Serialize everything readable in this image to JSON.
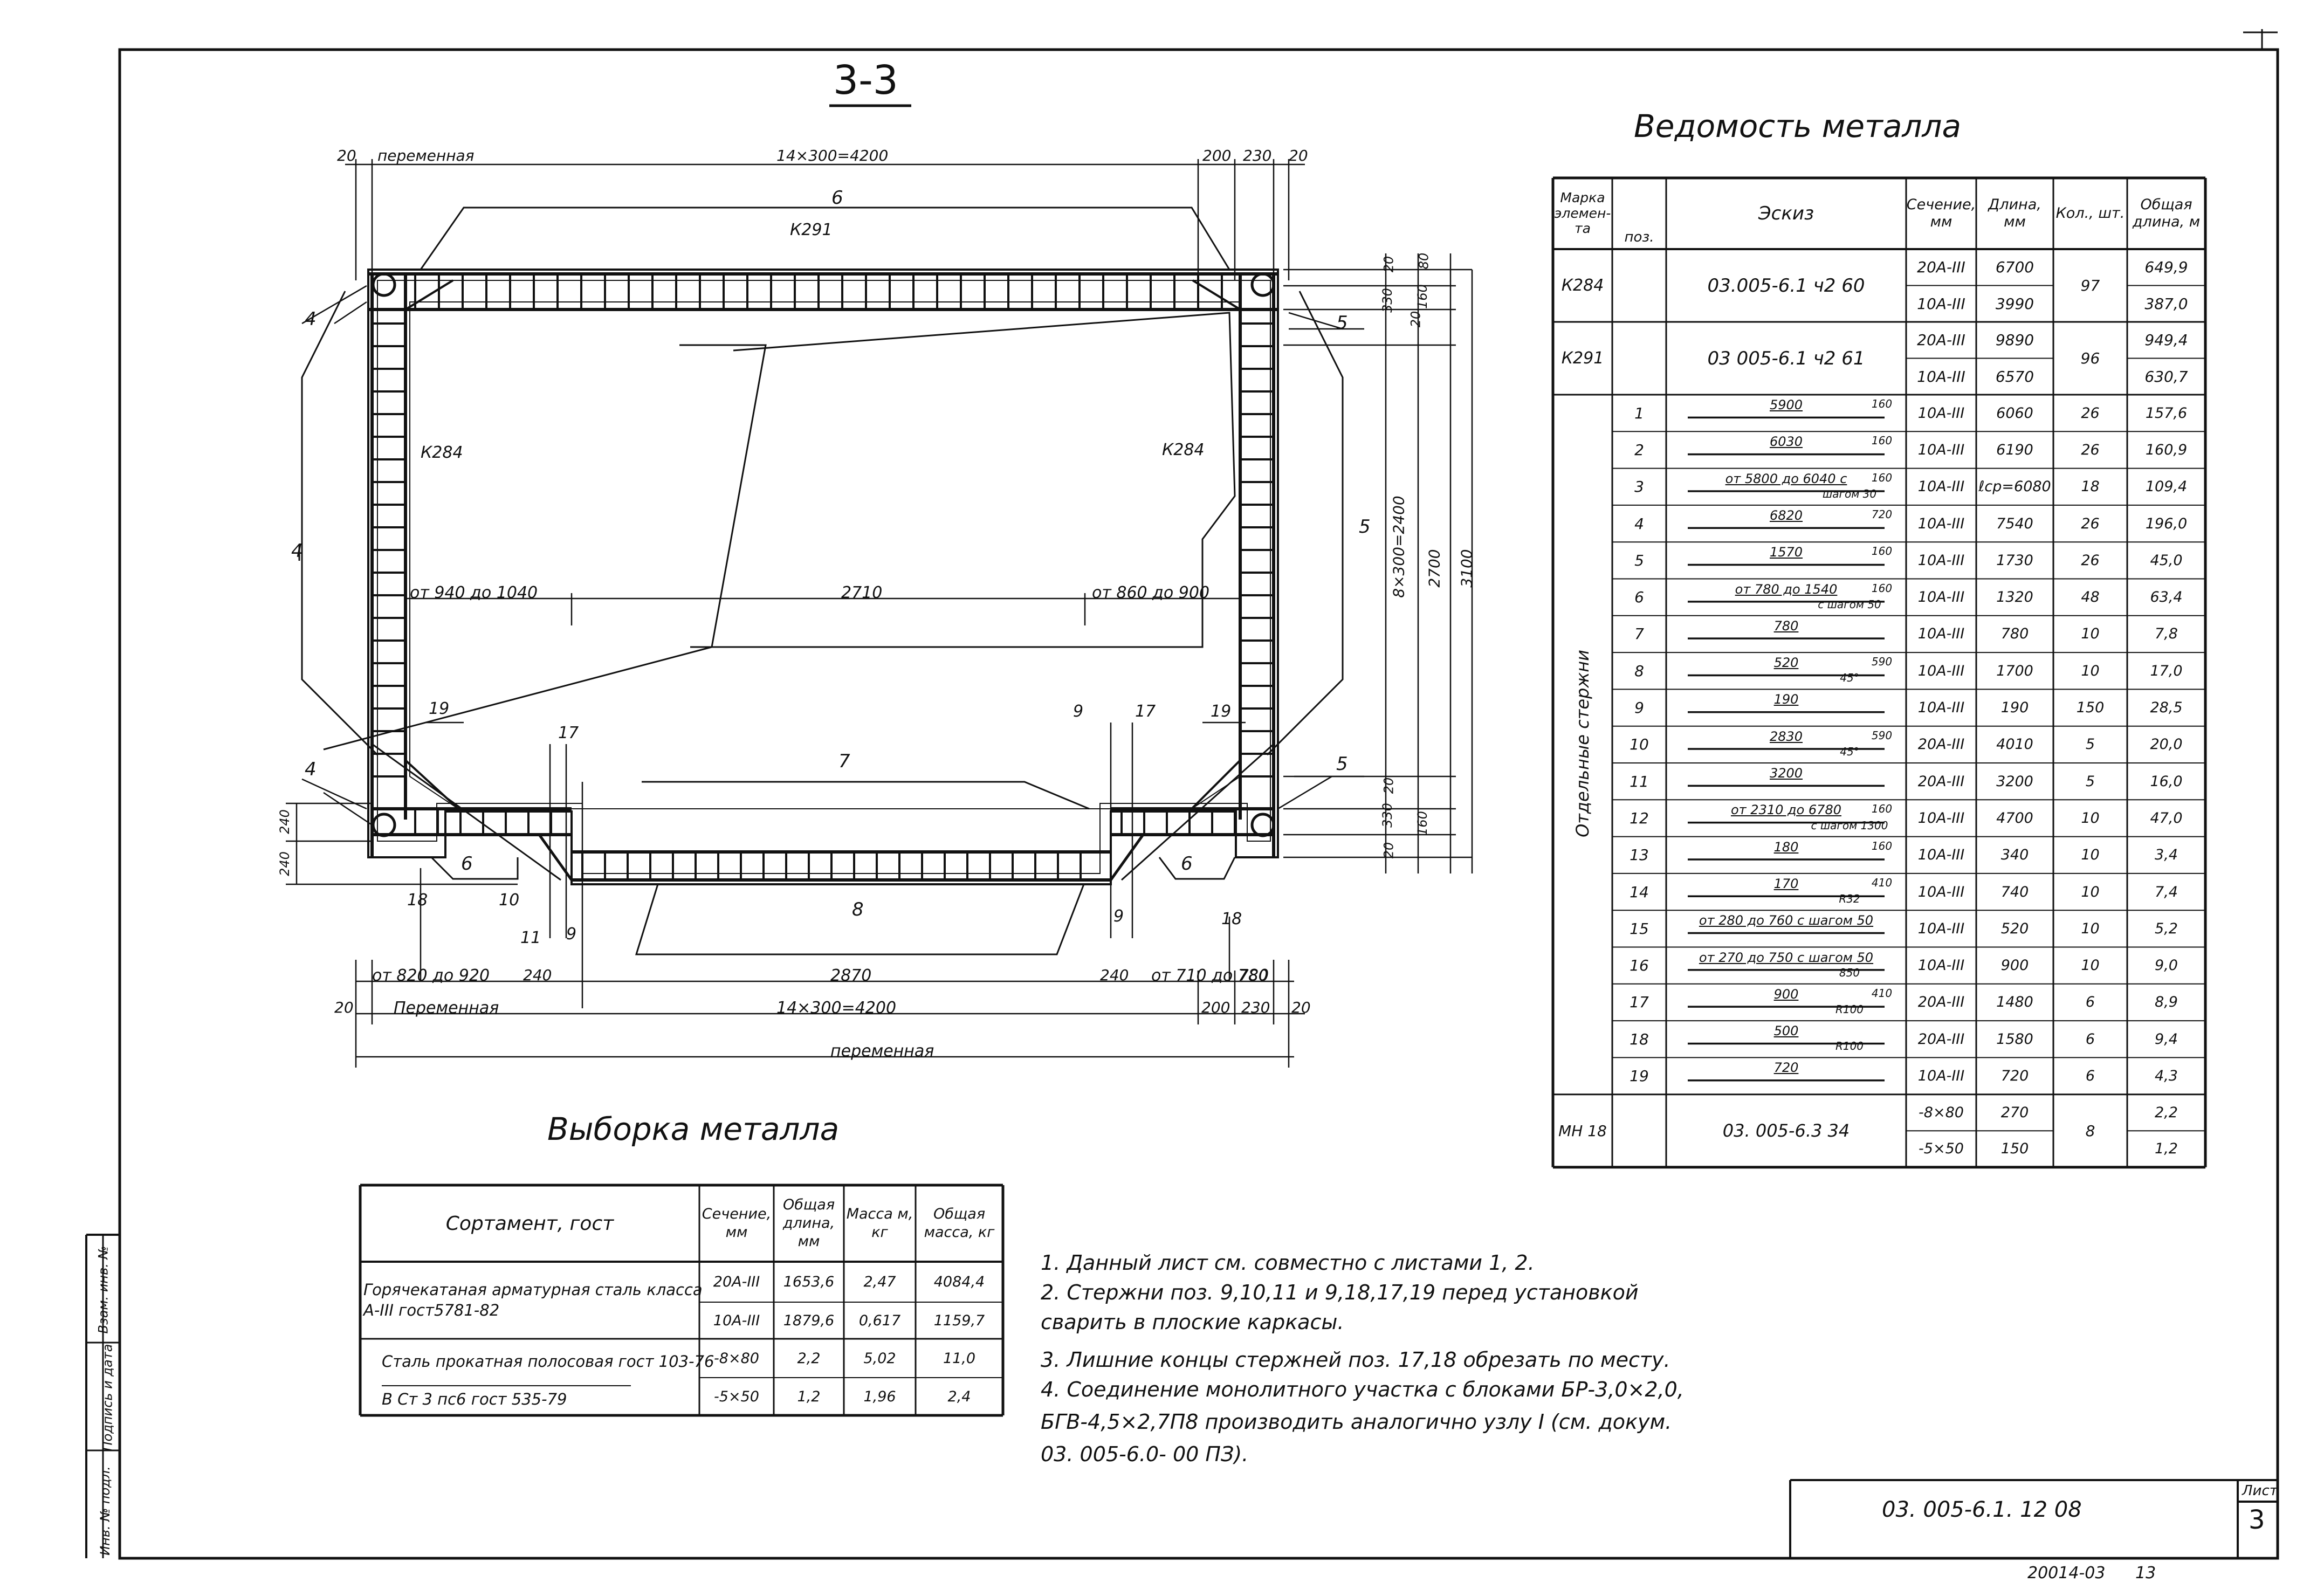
{
  "section_title": "3-3",
  "drawing": {
    "dims_top": {
      "d20": "20",
      "variable": "переменная",
      "span": "14×300=4200",
      "d200": "200",
      "d230": "230",
      "d20b": "20"
    },
    "dims_right": {
      "d20": "20",
      "d80": "80",
      "d330": "330",
      "d20b": "20",
      "d160": "160",
      "grid": "8×300=2400",
      "d2700": "2700",
      "d3100": "3100",
      "d20c": "20",
      "d330b": "330",
      "d20d": "20",
      "d160b": "160"
    },
    "dims_left": {
      "d240": "240",
      "d240b": "240"
    },
    "element_labels": {
      "k291": "К291",
      "k284_left": "К284",
      "k284_right": "К284"
    },
    "pos": {
      "p4a": "4",
      "p4b": "4",
      "p4c": "4",
      "p5a": "5",
      "p5b": "5",
      "p5c": "5",
      "p6a": "6",
      "p6b": "6",
      "p6c": "6",
      "p7": "7",
      "p8": "8",
      "p9a": "9",
      "p9b": "9",
      "p9c": "9",
      "p10": "10",
      "p11": "11",
      "p17a": "17",
      "p17b": "17",
      "p18a": "18",
      "p18b": "18",
      "p19a": "19",
      "p19b": "19"
    },
    "inner": {
      "left_var": "от 940 до 1040",
      "mid": "2710",
      "right_var": "от 860 до 900"
    },
    "dims_bottom": {
      "left_var": "от 820 до 920",
      "d240a": "240",
      "mid": "2870",
      "d240b": "240",
      "right_var": "от 710 до 780",
      "d780": "780",
      "d20": "20",
      "variable_cap": "Переменная",
      "span": "14×300=4200",
      "d200": "200",
      "d230": "230",
      "d20b": "20",
      "total": "переменная"
    }
  },
  "schedule": {
    "title": "Ведомость   металла",
    "headers": {
      "mark": "Марка элемен- та",
      "pos": "поз.",
      "sketch": "Эскиз",
      "section": "Сечение, мм",
      "length": "Длина, мм",
      "qty": "Кол., шт.",
      "total": "Общая длина, м"
    },
    "group_label": "Отдельные   стержни",
    "elements": [
      {
        "mark": "К284",
        "sketch": "03.005-6.1 ч2 60",
        "rows": [
          {
            "section": "20А-III",
            "length": "6700",
            "total": "649,9"
          },
          {
            "section": "10А-III",
            "length": "3990",
            "total": "387,0"
          }
        ],
        "qty": "97"
      },
      {
        "mark": "К291",
        "sketch": "03 005-6.1 ч2 61",
        "rows": [
          {
            "section": "20А-III",
            "length": "9890",
            "total": "949,4"
          },
          {
            "section": "10А-III",
            "length": "6570",
            "total": "630,7"
          }
        ],
        "qty": "96"
      }
    ],
    "bars": [
      {
        "pos": "1",
        "sketch": "5900",
        "sketch2": "",
        "hook": "160",
        "section": "10А-III",
        "length": "6060",
        "qty": "26",
        "total": "157,6"
      },
      {
        "pos": "2",
        "sketch": "6030",
        "sketch2": "",
        "hook": "160",
        "section": "10А-III",
        "length": "6190",
        "qty": "26",
        "total": "160,9"
      },
      {
        "pos": "3",
        "sketch": "от 5800 до 6040 с",
        "sketch2": "шагом 30",
        "hook": "160",
        "section": "10А-III",
        "length": "ℓср=6080",
        "qty": "18",
        "total": "109,4"
      },
      {
        "pos": "4",
        "sketch": "6820",
        "sketch2": "",
        "hook": "720",
        "section": "10А-III",
        "length": "7540",
        "qty": "26",
        "total": "196,0"
      },
      {
        "pos": "5",
        "sketch": "1570",
        "sketch2": "",
        "hook": "160",
        "section": "10А-III",
        "length": "1730",
        "qty": "26",
        "total": "45,0"
      },
      {
        "pos": "6",
        "sketch": "от 780 до 1540",
        "sketch2": "с шагом 50",
        "hook": "160",
        "section": "10А-III",
        "length": "1320",
        "qty": "48",
        "total": "63,4"
      },
      {
        "pos": "7",
        "sketch": "780",
        "sketch2": "",
        "hook": "",
        "section": "10А-III",
        "length": "780",
        "qty": "10",
        "total": "7,8"
      },
      {
        "pos": "8",
        "sketch": "520",
        "sketch2": "45°",
        "hook": "590",
        "section": "10А-III",
        "length": "1700",
        "qty": "10",
        "total": "17,0"
      },
      {
        "pos": "9",
        "sketch": "190",
        "sketch2": "",
        "hook": "",
        "section": "10А-III",
        "length": "190",
        "qty": "150",
        "total": "28,5"
      },
      {
        "pos": "10",
        "sketch": "2830",
        "sketch2": "45°",
        "hook": "590",
        "section": "20А-III",
        "length": "4010",
        "qty": "5",
        "total": "20,0"
      },
      {
        "pos": "11",
        "sketch": "3200",
        "sketch2": "",
        "hook": "",
        "section": "20А-III",
        "length": "3200",
        "qty": "5",
        "total": "16,0"
      },
      {
        "pos": "12",
        "sketch": "от 2310 до 6780",
        "sketch2": "с шагом 1300",
        "hook": "160",
        "section": "10А-III",
        "length": "4700",
        "qty": "10",
        "total": "47,0"
      },
      {
        "pos": "13",
        "sketch": "180",
        "sketch2": "",
        "hook": "160",
        "section": "10А-III",
        "length": "340",
        "qty": "10",
        "total": "3,4"
      },
      {
        "pos": "14",
        "sketch": "170",
        "sketch2": "R32",
        "hook": "410",
        "section": "10А-III",
        "length": "740",
        "qty": "10",
        "total": "7,4"
      },
      {
        "pos": "15",
        "sketch": "от 280 до 760 с шагом 50",
        "sketch2": "",
        "hook": "",
        "section": "10А-III",
        "length": "520",
        "qty": "10",
        "total": "5,2"
      },
      {
        "pos": "16",
        "sketch": "от 270 до 750 с шагом 50",
        "sketch2": "850",
        "hook": "",
        "section": "10А-III",
        "length": "900",
        "qty": "10",
        "total": "9,0"
      },
      {
        "pos": "17",
        "sketch": "900",
        "sketch2": "R100",
        "hook": "410",
        "section": "20А-III",
        "length": "1480",
        "qty": "6",
        "total": "8,9"
      },
      {
        "pos": "18",
        "sketch": "500",
        "sketch2": "R100",
        "hook": "",
        "section": "20А-III",
        "length": "1580",
        "qty": "6",
        "total": "9,4"
      },
      {
        "pos": "19",
        "sketch": "720",
        "sketch2": "",
        "hook": "",
        "section": "10А-III",
        "length": "720",
        "qty": "6",
        "total": "4,3"
      }
    ],
    "mn": {
      "mark": "МН 18",
      "sketch": "03. 005-6.3 34",
      "rows": [
        {
          "section": "-8×80",
          "length": "270",
          "total": "2,2"
        },
        {
          "section": "-5×50",
          "length": "150",
          "total": "1,2"
        }
      ],
      "qty": "8"
    }
  },
  "selection": {
    "title": "Выборка     металла",
    "headers": {
      "assortment": "Сортамент, гост",
      "section": "Сечение, мм",
      "total_len": "Общая длина, мм",
      "mass": "Масса м, кг",
      "total_mass": "Общая масса, кг"
    },
    "group1": "Горячекатаная  арматурная сталь  класса  А-III  гост5781-82",
    "group2a": "Сталь  прокатная полосовая  гост 103-76",
    "group2b": "В Ст 3  пс6   гост 535-79",
    "rows": [
      {
        "section": "20А-III",
        "total_len": "1653,6",
        "mass": "2,47",
        "total_mass": "4084,4"
      },
      {
        "section": "10А-III",
        "total_len": "1879,6",
        "mass": "0,617",
        "total_mass": "1159,7"
      },
      {
        "section": "-8×80",
        "total_len": "2,2",
        "mass": "5,02",
        "total_mass": "11,0"
      },
      {
        "section": "-5×50",
        "total_len": "1,2",
        "mass": "1,96",
        "total_mass": "2,4"
      }
    ]
  },
  "notes": [
    "1.  Данный   лист    см.  совместно  с  листами  1, 2.",
    "2.  Стержни  поз. 9,10,11 и 9,18,17,19  перед  установкой",
    "     сварить  в  плоские   каркасы.",
    "3.  Лишние  концы  стержней  поз. 17,18  обрезать  по  месту.",
    "4.  Соединение   монолитного  участка  с  блоками  БР-3,0×2,0,",
    "     БГВ-4,5×2,7П8  производить  аналогично  узлу  I  (см. докум.",
    "     03. 005-6.0- 00 ПЗ)."
  ],
  "stamp": {
    "left_labels": [
      "Инв. № подл.",
      "Подпись и дата",
      "Взам. инв. №"
    ],
    "doc_code": "03. 005-6.1.  12  08",
    "sheet_label": "Лист",
    "sheet_no": "3",
    "bottom_code": "20014-03",
    "bottom_no": "13"
  }
}
